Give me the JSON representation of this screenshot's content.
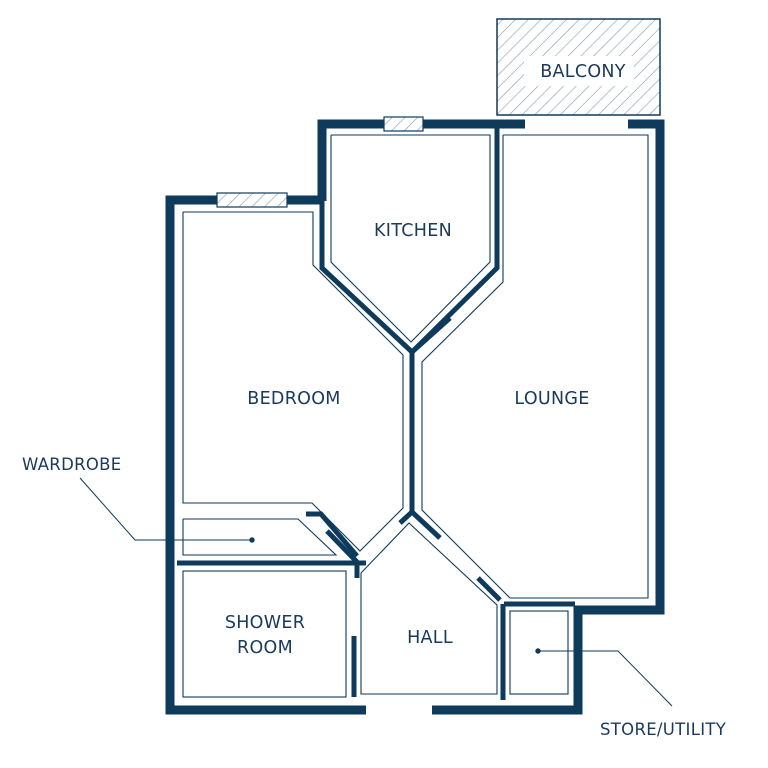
{
  "colors": {
    "wall": "#0e3a5c",
    "inner_line": "#0e3a5c",
    "text": "#1a3a5c",
    "hatch": "#8a9aab",
    "background": "#ffffff"
  },
  "rooms": {
    "balcony": "BALCONY",
    "kitchen": "KITCHEN",
    "bedroom": "BEDROOM",
    "lounge": "LOUNGE",
    "shower_line1": "SHOWER",
    "shower_line2": "ROOM",
    "hall": "HALL"
  },
  "callouts": {
    "wardrobe": "WARDROBE",
    "store_utility": "STORE/UTILITY"
  }
}
